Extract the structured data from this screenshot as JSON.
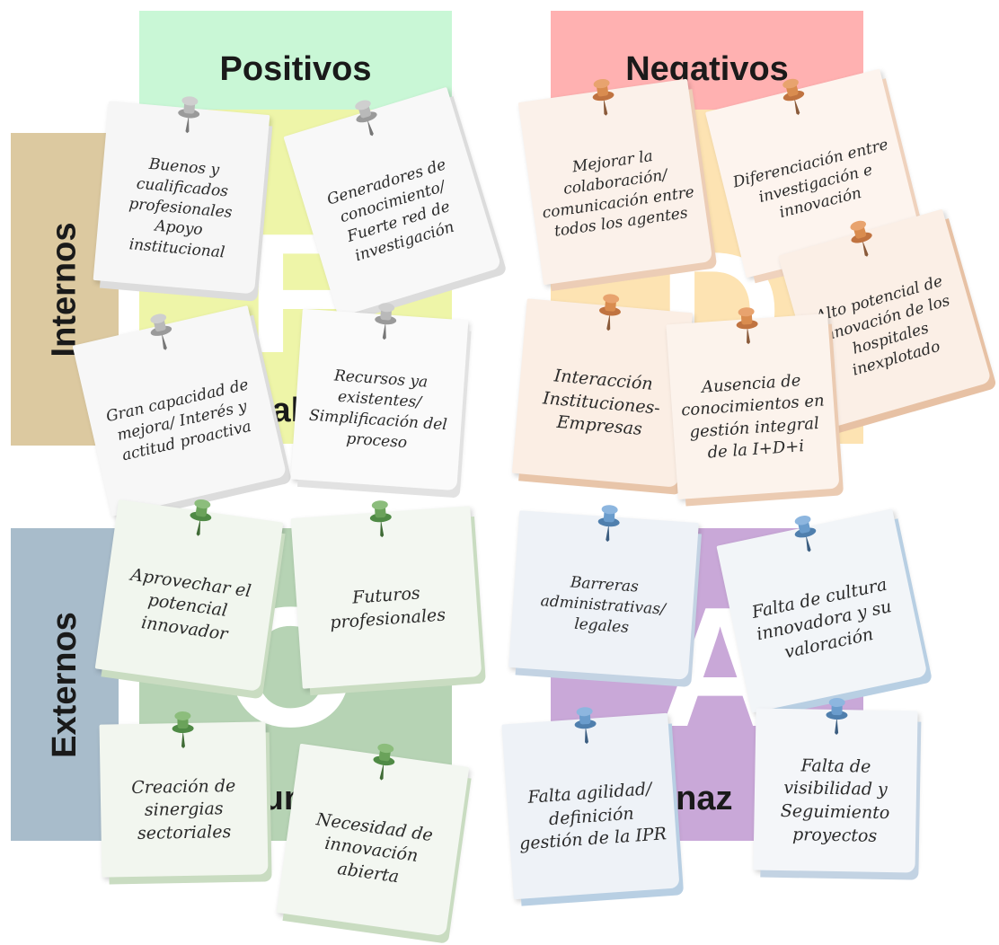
{
  "headers": {
    "positive": "Positivos",
    "negative": "Negativos"
  },
  "rows": {
    "internal": "Internos",
    "external": "Externos"
  },
  "quadrants": {
    "F": {
      "letter": "F",
      "partial_word": "rtal",
      "color": "#eef5a8"
    },
    "D": {
      "letter": "D",
      "color": "#fde3b2"
    },
    "O": {
      "letter": "O",
      "partial_word": "tun",
      "color": "#b6d3b4"
    },
    "A": {
      "letter": "A",
      "partial_word": "enaz",
      "color": "#c9a8d8"
    }
  },
  "colors": {
    "positive_header": "#c9f7d6",
    "negative_header": "#ffb1b1",
    "internal_side": "#dcc9a0",
    "external_side": "#a8bccb"
  },
  "notes": {
    "f1": "Buenos y cualificados profesionales Apoyo institucional",
    "f2": "Generadores de conocimiento/ Fuerte red de investigación",
    "f3": "Gran capacidad de mejora/ Interés y actitud proactiva",
    "f4": "Recursos ya existentes/ Simplificación del proceso",
    "d1": "Mejorar la colaboración/ comunicación entre todos los agentes",
    "d2": "Diferenciación entre investigación e innovación",
    "d3": "Alto potencial de innovación de los hospitales inexplotado",
    "d4": "Interacción Instituciones-Empresas",
    "d5": "Ausencia de conocimientos en gestión integral de la I+D+i",
    "o1": "Aprovechar el potencial innovador",
    "o2": "Futuros profesionales",
    "o3": "Creación de sinergias sectoriales",
    "o4": "Necesidad de innovación abierta",
    "a1": "Barreras administrativas/ legales",
    "a2": "Falta de cultura innovadora y su valoración",
    "a3": "Falta agilidad/ definición gestión de la IPR",
    "a4": "Falta de visibilidad y Seguimiento proyectos"
  },
  "pin_colors": {
    "F": "#b9b9b9",
    "D": "#d98c4f",
    "O": "#6aa25a",
    "A": "#6a9ccc"
  }
}
